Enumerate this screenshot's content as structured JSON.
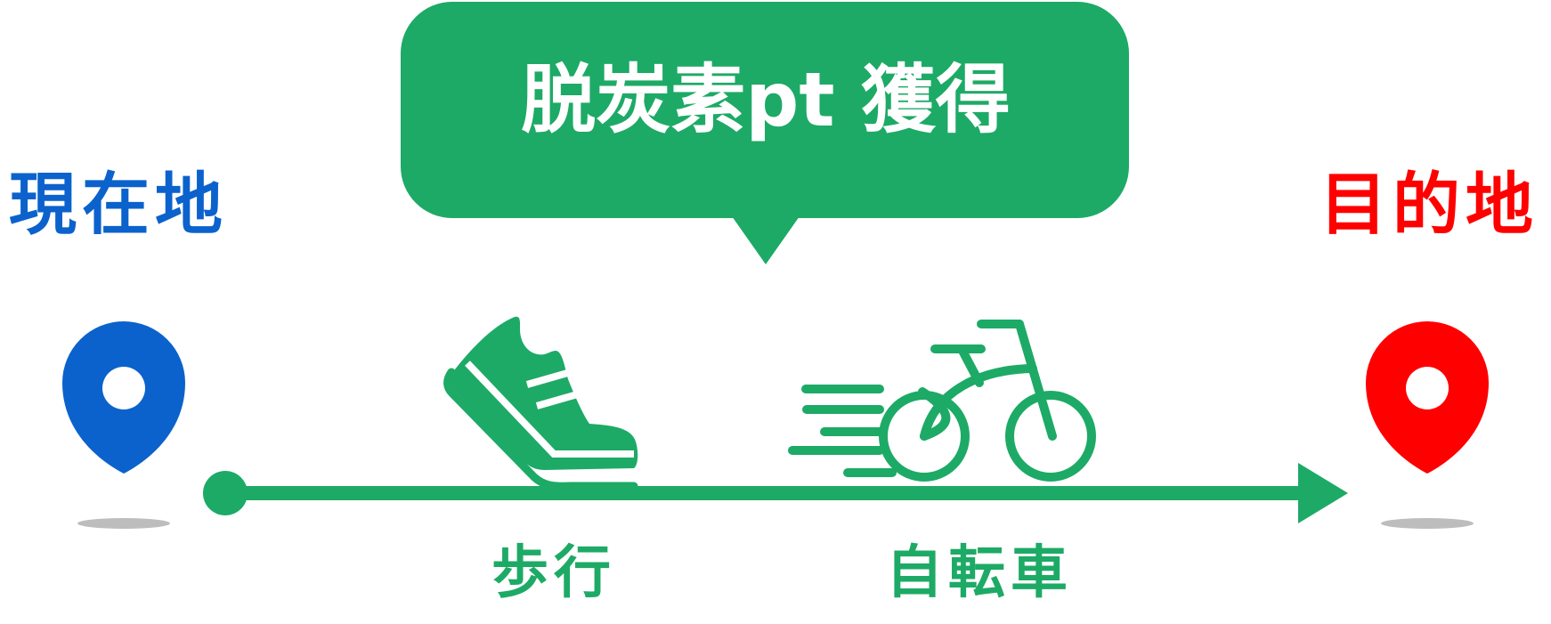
{
  "colors": {
    "green": "#1daa66",
    "origin_blue": "#0b62cc",
    "destination_red": "#ff0000",
    "shadow_gray": "#bdbdbd",
    "white": "#ffffff"
  },
  "origin": {
    "label": "現在地",
    "icon": "map-pin-icon"
  },
  "destination": {
    "label": "目的地",
    "icon": "map-pin-icon"
  },
  "callout": {
    "text": "脱炭素pt 獲得"
  },
  "modes": [
    {
      "label": "歩行",
      "icon": "sneaker-icon"
    },
    {
      "label": "自転車",
      "icon": "bicycle-icon"
    }
  ],
  "route": {
    "icon": "arrow-icon"
  }
}
